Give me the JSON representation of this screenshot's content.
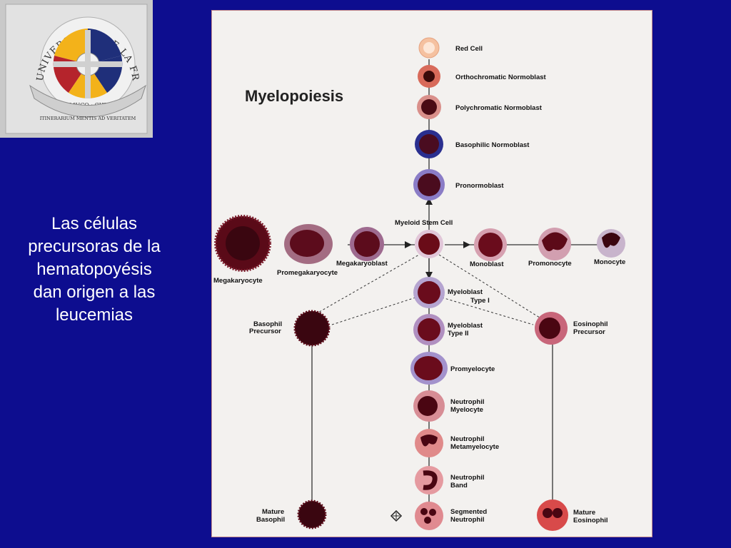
{
  "logo": {
    "ring_text": "UNIVERSIDAD DE LA FRONTERA",
    "city_text": "TEMUCO · CHILE",
    "motto_text": "ITINERARIUM MENTIS AD VERITATEM",
    "colors": {
      "yellow": "#f3b21a",
      "red": "#b5242c",
      "blue": "#1f2f7a",
      "silver": "#bdbdbd"
    }
  },
  "side_text": {
    "lines": [
      "Las células",
      "precursoras de la",
      "hematopoyésis",
      "dan origen a las",
      "leucemias"
    ]
  },
  "figure": {
    "title": "Myelopoiesis",
    "cells": {
      "red_cell": {
        "label": "Red Cell"
      },
      "ortho": {
        "label": "Orthochromatic Normoblast"
      },
      "poly": {
        "label": "Polychromatic Normoblast"
      },
      "baso_normo": {
        "label": "Basophilic Normoblast"
      },
      "pronormo": {
        "label": "Pronormoblast"
      },
      "stem": {
        "label": "Myeloid Stem Cell"
      },
      "megakaryocyte": {
        "label": "Megakaryocyte"
      },
      "promegakaryocyte": {
        "label": "Promegakaryocyte"
      },
      "megakaryoblast": {
        "label": "Megakaryoblast"
      },
      "monoblast": {
        "label": "Monoblast"
      },
      "promonocyte": {
        "label": "Promonocyte"
      },
      "monocyte": {
        "label": "Monocyte"
      },
      "myeloblast1": {
        "label1": "Myeloblast",
        "label2": "Type I"
      },
      "myeloblast2": {
        "label1": "Myeloblast",
        "label2": "Type II"
      },
      "promyelocyte": {
        "label": "Promyelocyte"
      },
      "neut_myelo": {
        "label1": "Neutrophil",
        "label2": "Myelocyte"
      },
      "neut_meta": {
        "label1": "Neutrophil",
        "label2": "Metamyelocyte"
      },
      "neut_band": {
        "label1": "Neutrophil",
        "label2": "Band"
      },
      "seg_neut": {
        "label1": "Segmented",
        "label2": "Neutrophil"
      },
      "baso_prec": {
        "label1": "Basophil",
        "label2": "Precursor"
      },
      "mature_baso": {
        "label1": "Mature",
        "label2": "Basophil"
      },
      "eos_prec": {
        "label1": "Eosinophil",
        "label2": "Precursor"
      },
      "mature_eos": {
        "label1": "Mature",
        "label2": "Eosinophil"
      }
    }
  }
}
